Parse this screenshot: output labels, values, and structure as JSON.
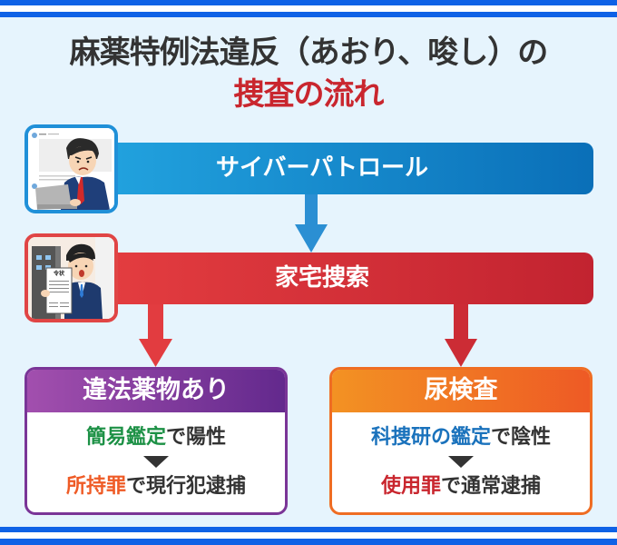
{
  "title": {
    "line1": "麻薬特例法違反（あおり、唆し）の",
    "line2": "捜査の流れ"
  },
  "steps": [
    {
      "label": "サイバーパトロール",
      "color": "#1a86cc",
      "illustration": "officer-at-laptop"
    },
    {
      "label": "家宅捜索",
      "color": "#d5303a",
      "illustration": "officer-with-warrant",
      "warrant_text": "令状"
    }
  ],
  "branches": [
    {
      "header": "違法薬物あり",
      "header_color": "#7a3597",
      "line1": {
        "highlight": "簡易鑑定",
        "rest": "で陽性",
        "highlight_color": "#1d9146"
      },
      "line2": {
        "highlight": "所持罪",
        "rest": "で現行犯逮捕",
        "highlight_color": "#ef5b26"
      }
    },
    {
      "header": "尿検査",
      "header_color": "#ef6d23",
      "line1": {
        "highlight": "科捜研の鑑定",
        "rest": "で陰性",
        "highlight_color": "#1a72bc"
      },
      "line2": {
        "highlight": "使用罪",
        "rest": "で通常逮捕",
        "highlight_color": "#c9262e"
      }
    }
  ]
}
